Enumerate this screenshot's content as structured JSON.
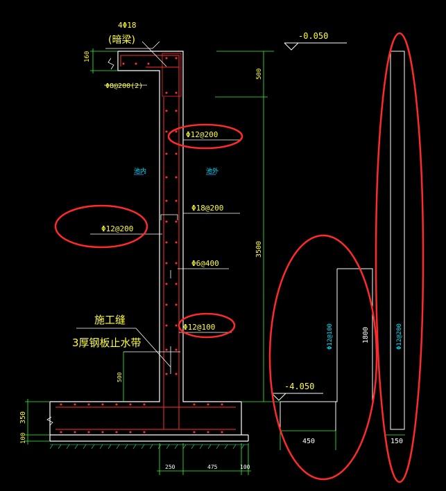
{
  "labels": {
    "top_beam_bars": "4Φ18",
    "top_beam_name": "(暗梁)",
    "stirrup": "Φ8@200(2)",
    "slab_thickness": "160",
    "elev_top": "-0.050",
    "elev_bottom": "-4.050",
    "dim_500_top": "500",
    "dim_3500": "3500",
    "dim_1800": "1800",
    "dim_500_low": "500",
    "rebar_outer_top": "Φ12@200",
    "rebar_inner_left": "Φ12@200",
    "rebar_horizontal": "Φ18@200",
    "tie": "Φ6@400",
    "rebar_outer_bottom": "Φ12@100",
    "pool_inside": "池内",
    "pool_outside": "池外",
    "construction_joint": "施工缝",
    "waterstop": "3厚钢板止水带",
    "base_thickness": "350",
    "blinding": "100",
    "dim_250": "250",
    "dim_475": "475",
    "dim_100": "100",
    "strip1_rebar": "Φ12@100",
    "strip2_rebar": "Φ12@200",
    "dim_450": "450",
    "dim_150": "150"
  },
  "colors": {
    "line_white": "#ffffff",
    "text_yellow": "#ffff33",
    "text_cyan": "#00e5ff",
    "highlight_red": "#ff2a2a",
    "rebar_red": "#ff3030",
    "dim_green": "#33ff33",
    "wall_blue": "#3a7bd5"
  }
}
